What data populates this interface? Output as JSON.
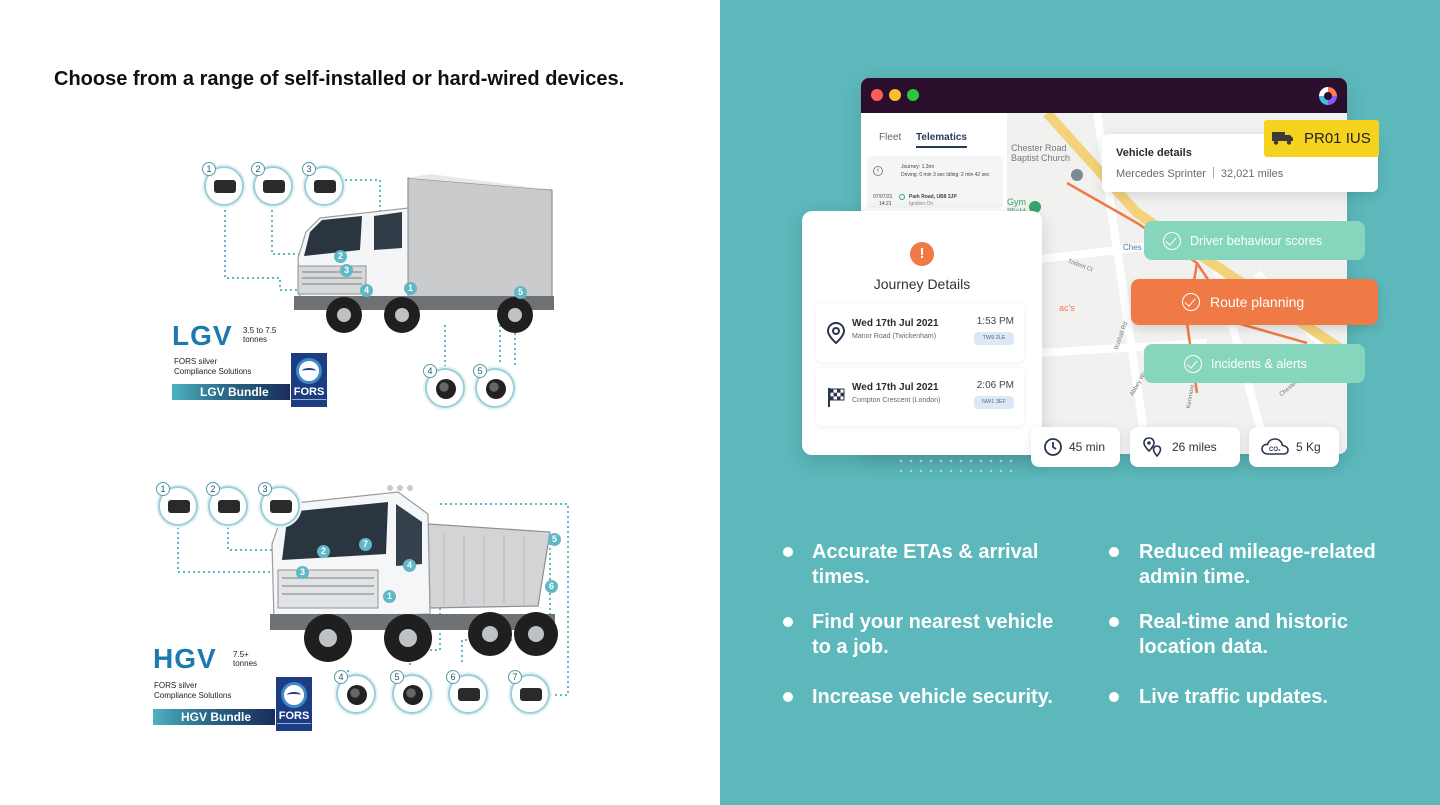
{
  "left": {
    "title": "Choose from a range of self-installed or hard-wired devices.",
    "lgv": {
      "class_label": "LGV",
      "tonnage_line1": "3.5 to 7.5",
      "tonnage_line2": "tonnes",
      "fors_line1": "FORS silver",
      "fors_line2": "Compliance Solutions",
      "bundle_label": "LGV Bundle",
      "device_numbers": [
        "1",
        "2",
        "3",
        "4",
        "5"
      ],
      "truck_markers": [
        "2",
        "3",
        "4",
        "1",
        "5"
      ]
    },
    "hgv": {
      "class_label": "HGV",
      "tonnage_line1": "7.5+",
      "tonnage_line2": "tonnes",
      "fors_line1": "FORS silver",
      "fors_line2": "Compliance Solutions",
      "bundle_label": "HGV Bundle",
      "device_numbers": [
        "1",
        "2",
        "3",
        "4",
        "5",
        "6",
        "7"
      ],
      "truck_markers": [
        "2",
        "7",
        "3",
        "4",
        "1",
        "5",
        "6"
      ]
    },
    "fors_logo_text": "FORS"
  },
  "app": {
    "tabs": [
      "Fleet",
      "Telematics"
    ],
    "active_tab": "Telematics",
    "mini_journey": {
      "line1": "Journey: 1.3mi",
      "line2": "Driving: 0 min 3 sec   Idling: 2 min 42 sec",
      "date": "07/07/21",
      "time": "14:21",
      "road": "Park Road, UB8 3JP",
      "note": "Ignition On"
    },
    "map_labels": {
      "church": "Chester Road Baptist Church",
      "gym": "Gym",
      "gym_sub": "Ilfield",
      "ches": "Ches",
      "trident": "Trident Ct",
      "macs": "ac's",
      "bushall": "Bushall Rd",
      "abbey": "Abbey Wy",
      "kenmore": "Kenmore Rd",
      "chester_rd": "Chester Rd"
    },
    "vehicle": {
      "title": "Vehicle details",
      "model": "Mercedes Sprinter",
      "mileage": "32,021 miles",
      "plate": "PR01 IUS"
    },
    "features": [
      "Driver behaviour scores",
      "Route planning",
      "Incidents & alerts"
    ],
    "journey": {
      "title": "Journey Details",
      "alert_symbol": "!",
      "rows": [
        {
          "date": "Wed 17th Jul 2021",
          "place": "Manor Road (Twickenham)",
          "time": "1:53 PM",
          "tag": "TW9 2LE"
        },
        {
          "date": "Wed 17th Jul 2021",
          "place": "Compton Crescent (London)",
          "time": "2:06 PM",
          "tag": "NW1 3EF"
        }
      ]
    },
    "stats": [
      {
        "icon": "clock-icon",
        "value": "45 min"
      },
      {
        "icon": "route-pin-icon",
        "value": "26 miles"
      },
      {
        "icon": "co2-cloud-icon",
        "value": "5 Kg"
      }
    ]
  },
  "bullets": {
    "left_col": [
      [
        "Accurate ETAs & arrival",
        "times."
      ],
      [
        "Find your nearest vehicle",
        "to a job."
      ],
      [
        "Increase vehicle security."
      ]
    ],
    "right_col": [
      [
        "Reduced mileage-related",
        "admin time."
      ],
      [
        "Real-time and historic",
        "location data."
      ],
      [
        "Live traffic updates."
      ]
    ]
  },
  "colors": {
    "teal_bg": "#5cb8bb",
    "route_orange": "#ef7a45",
    "pill_green": "#86d6bd",
    "plate_yellow": "#f4d21d",
    "app_bar": "#2a0e2b",
    "brand_blue": "#1d79b0"
  }
}
